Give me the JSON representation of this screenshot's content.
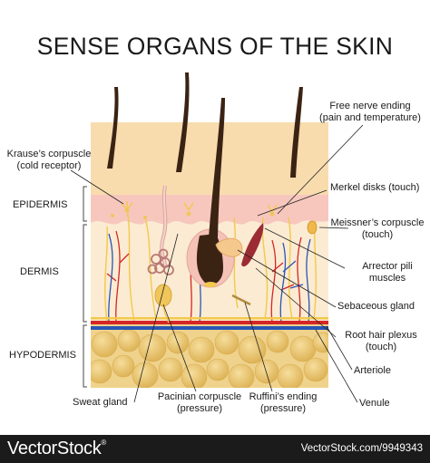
{
  "title": "SENSE ORGANS OF THE SKIN",
  "layers": {
    "epidermis": "EPIDERMIS",
    "dermis": "DERMIS",
    "hypodermis": "HYPODERMIS"
  },
  "labels": {
    "krause_1": "Krause’s corpuscle",
    "krause_2": "(cold receptor)",
    "free_nerve_1": "Free nerve ending",
    "free_nerve_2": "(pain and temperature)",
    "merkel": "Merkel disks (touch)",
    "meissner_1": "Meissner’s corpuscle",
    "meissner_2": "(touch)",
    "arrector_1": "Arrector pili",
    "arrector_2": "muscles",
    "sebaceous": "Sebaceous gland",
    "root_plexus_1": "Root hair plexus",
    "root_plexus_2": "(touch)",
    "arteriole": "Arteriole",
    "venule": "Venule",
    "sweat": "Sweat gland",
    "pacinian_1": "Pacinian corpuscle",
    "pacinian_2": "(pressure)",
    "ruffini_1": "Ruffini’s ending",
    "ruffini_2": "(pressure)"
  },
  "footer": {
    "brand": "VectorStock",
    "reg": "®",
    "image_id": "VectorStock.com/9949343"
  },
  "colors": {
    "surface": "#f8dcae",
    "epidermis": "#f7c7bd",
    "dermis": "#fbebd2",
    "hypodermis": "#efd28c",
    "fat_cells": "#e7c063",
    "hair": "#3b2314",
    "artery": "#d42626",
    "vein": "#2a55b5",
    "nerve": "#f2c94c",
    "muscle": "#9c2c34"
  }
}
